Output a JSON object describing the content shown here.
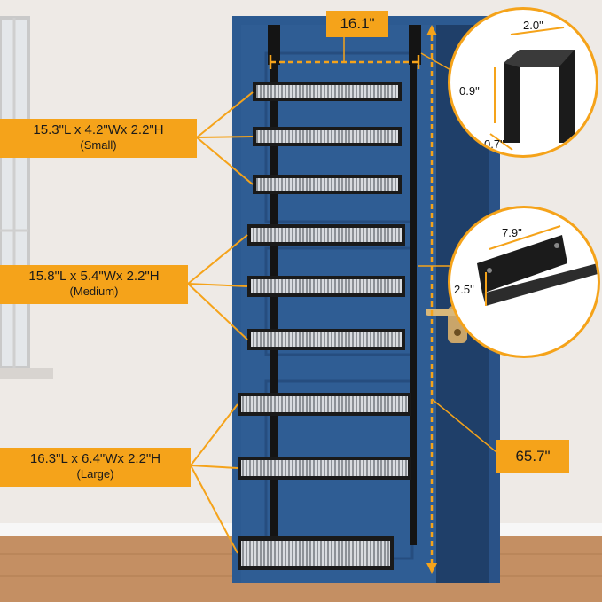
{
  "product": {
    "top_width": "16.1\"",
    "height": "65.7\"",
    "baskets": [
      {
        "dims": "15.3\"L x 4.2\"Wx 2.2\"H",
        "size": "(Small)"
      },
      {
        "dims": "15.8\"L x 5.4\"Wx 2.2\"H",
        "size": "(Medium)"
      },
      {
        "dims": "16.3\"L x 6.4\"Wx 2.2\"H",
        "size": "(Large)"
      }
    ]
  },
  "hook_detail": {
    "width": "2.0\"",
    "height": "0.9\"",
    "depth": "0.7\""
  },
  "bracket_detail": {
    "length": "7.9\"",
    "height": "2.5\""
  },
  "colors": {
    "accent": "#f5a31a",
    "door": "#2f5d94",
    "frame": "#111111",
    "wall": "#eeeae6"
  }
}
